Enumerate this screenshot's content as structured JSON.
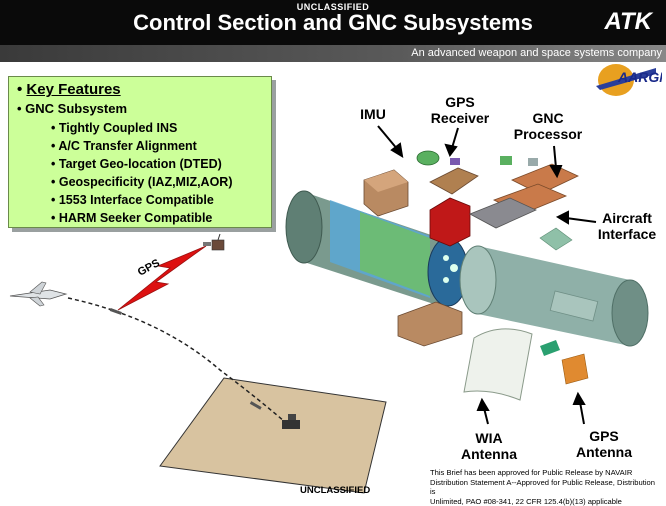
{
  "header": {
    "classification_top": "UNCLASSIFIED",
    "title": "Control Section and GNC Subsystems",
    "logo": "ATK",
    "tagline": "An advanced weapon and space systems company",
    "program_logo": "AARGM"
  },
  "features": {
    "heading": "Key Features",
    "subsystem": "GNC Subsystem",
    "items": [
      "Tightly Coupled INS",
      "A/C Transfer Alignment",
      "Target Geo-location (DTED)",
      "Geospecificity (IAZ,MIZ,AOR)",
      "1553 Interface Compatible",
      "HARM Seeker Compatible"
    ]
  },
  "labels": {
    "imu": "IMU",
    "gps_receiver_1": "GPS",
    "gps_receiver_2": "Receiver",
    "gnc_processor_1": "GNC",
    "gnc_processor_2": "Processor",
    "aircraft_interface_1": "Aircraft",
    "aircraft_interface_2": "Interface",
    "wia_antenna_1": "WIA",
    "wia_antenna_2": "Antenna",
    "gps_antenna_1": "GPS",
    "gps_antenna_2": "Antenna",
    "gps_signal": "GPS"
  },
  "footer": {
    "classification": "UNCLASSIFIED",
    "release_line1": "This Brief has been approved for Public Release by NAVAIR",
    "release_line2": "Distribution Statement A--Approved for Public Release, Distribution is",
    "release_line3": "Unlimited, PAO #08-341, 22 CFR 125.4(b)(13) applicable"
  },
  "colors": {
    "header_bg": "#0a0a0a",
    "feature_box": "#ccff99",
    "gps_bolt": "#dd1111",
    "terrain": "#d8c3a0",
    "body_shell": "#6f8f86"
  }
}
